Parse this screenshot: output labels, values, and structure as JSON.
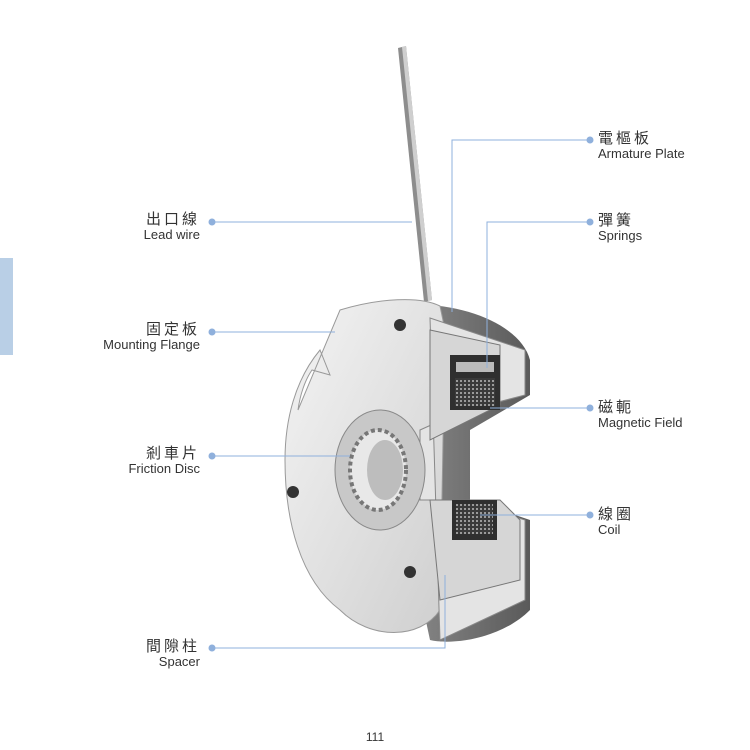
{
  "labels_left": [
    {
      "zh": "出口線",
      "en": "Lead wire"
    },
    {
      "zh": "固定板",
      "en": "Mounting Flange"
    },
    {
      "zh": "剎車片",
      "en": "Friction Disc"
    },
    {
      "zh": "間隙柱",
      "en": "Spacer"
    }
  ],
  "labels_right": [
    {
      "zh": "電樞板",
      "en": "Armature Plate"
    },
    {
      "zh": "彈簧",
      "en": "Springs"
    },
    {
      "zh": "磁軛",
      "en": "Magnetic Field"
    },
    {
      "zh": "線圈",
      "en": "Coil"
    }
  ],
  "page_number": "111",
  "colors": {
    "leader": "#8fb0dc",
    "tab": "#b9cfe6"
  }
}
